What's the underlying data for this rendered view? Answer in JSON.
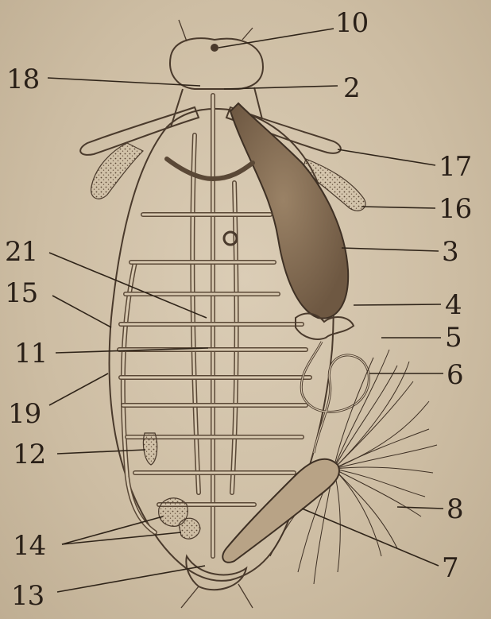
{
  "labels": {
    "l10": "10",
    "l18": "18",
    "l2": "2",
    "l17": "17",
    "l16": "16",
    "l21": "21",
    "l3": "3",
    "l15": "15",
    "l4": "4",
    "l5": "5",
    "l11": "11",
    "l6": "6",
    "l19": "19",
    "l12": "12",
    "l8": "8",
    "l14": "14",
    "l7": "7",
    "l13": "13"
  }
}
